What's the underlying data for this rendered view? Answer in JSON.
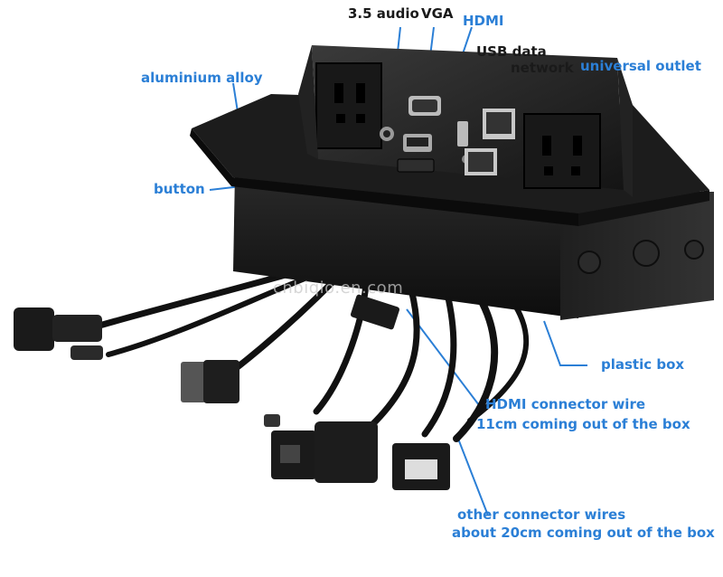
{
  "labels": {
    "audio": "3.5 audio",
    "vga": "VGA",
    "hdmi": "HDMI",
    "usb": "USB data",
    "network": "network",
    "outlet": "universal outlet",
    "alloy": "aluminium alloy",
    "button": "button",
    "plastic_box": "plastic box",
    "hdmi_wire_1": "HDMI connector wire",
    "hdmi_wire_2": "11cm coming out of the box",
    "other_wire_1": "other connector wires",
    "other_wire_2": "about 20cm coming out of the box"
  },
  "watermark": "cnbiqio.en.com",
  "colors": {
    "label_blue": "#2b7fd6",
    "label_dark": "#1a1a1a",
    "device_black": "#161616",
    "background": "#ffffff"
  }
}
